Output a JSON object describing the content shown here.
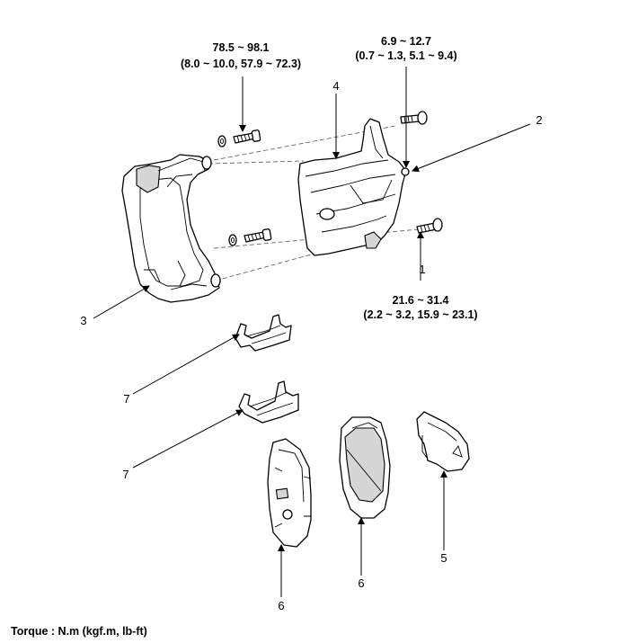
{
  "torque_notes": {
    "guide_rod_bolt": {
      "line1": "78.5 ~ 98.1",
      "line2": "(8.0 ~ 10.0, 57.9 ~ 72.3)"
    },
    "bleeder_screw": {
      "line1": "6.9 ~ 12.7",
      "line2": "(0.7 ~ 1.3, 5.1 ~ 9.4)"
    },
    "caliper_bolt": {
      "line1": "21.6 ~ 31.4",
      "line2": "(2.2 ~ 3.2, 15.9 ~ 23.1)"
    }
  },
  "callouts": {
    "item_1": "1",
    "item_2": "2",
    "item_3": "3",
    "item_4": "4",
    "item_5": "5",
    "item_6_left": "6",
    "item_6_right": "6",
    "item_7_upper": "7",
    "item_7_lower": "7"
  },
  "footer": {
    "torque_unit": "Torque : N.m (kgf.m, lb-ft)"
  }
}
